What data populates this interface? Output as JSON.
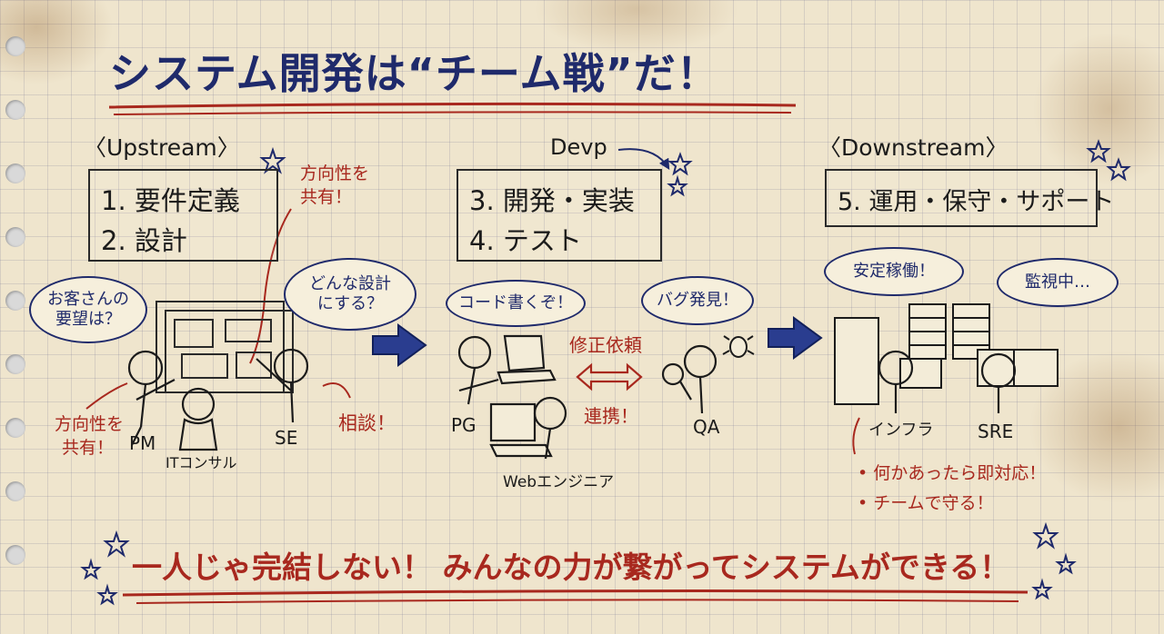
{
  "title": "システム開発は“チーム戦”だ！",
  "upstream": {
    "heading": "〈Upstream〉",
    "tasks": [
      "1. 要件定義",
      "2. 設計"
    ],
    "note_top": [
      "方向性を",
      "共有！"
    ],
    "bubble_pm": [
      "お客さんの",
      "要望は？"
    ],
    "bubble_se": [
      "どんな設計",
      "にする？"
    ],
    "note_left": [
      "方向性を",
      "共有！"
    ],
    "consult": "相談！",
    "roles": {
      "pm": "PM",
      "it": "ITコンサル",
      "se": "SE"
    }
  },
  "devop": {
    "heading": "Devp",
    "tasks": [
      "3. 開発・実装",
      "4. テスト"
    ],
    "bubble_pg": "コード書くぞ！",
    "bubble_qa": "バグ発見！",
    "fix_request": "修正依頼",
    "cooperation": "連携！",
    "roles": {
      "pg": "PG",
      "web": "Webエンジニア",
      "qa": "QA"
    }
  },
  "downstream": {
    "heading": "〈Downstream〉",
    "task": "5. 運用・保守・サポート",
    "bubble_stable": "安定稼働！",
    "bubble_monitor": "監視中…",
    "roles": {
      "infra": "インフラ",
      "sre": "SRE"
    },
    "bullets": [
      "• 何かあったら即対応！",
      "• チームで守る！"
    ]
  },
  "footer": "一人じゃ完結しない！ みんなの力が繋がってシステムができる！",
  "colors": {
    "ink_blue": "#1f2a6b",
    "ink_red": "#a8281e",
    "paper": "#efe5cd"
  }
}
